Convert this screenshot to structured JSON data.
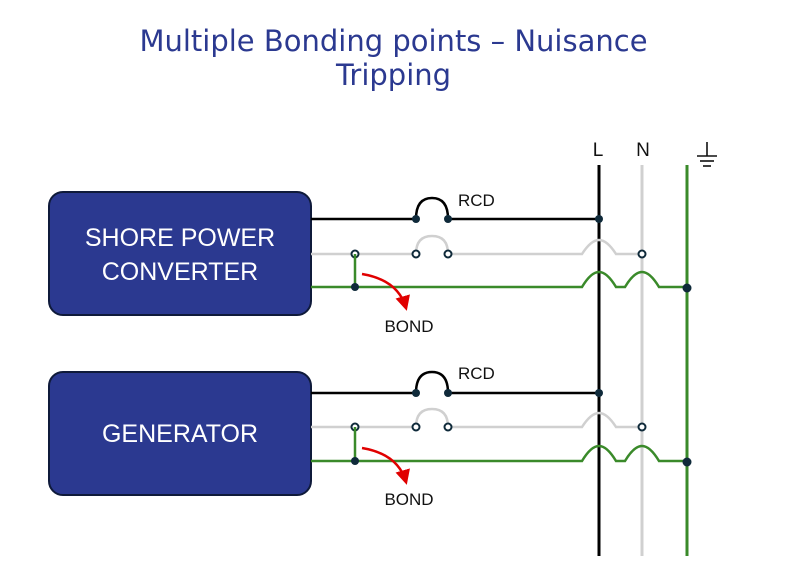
{
  "title": {
    "line1": "Multiple Bonding points – Nuisance",
    "line2": "Tripping"
  },
  "bus_labels": {
    "live": "L",
    "neutral": "N",
    "earth_icon": "ground-icon"
  },
  "sources": [
    {
      "name_line1": "SHORE POWER",
      "name_line2": "CONVERTER",
      "rcd_label": "RCD",
      "bond_label": "BOND"
    },
    {
      "name_line1": "GENERATOR",
      "name_line2": "",
      "rcd_label": "RCD",
      "bond_label": "BOND"
    }
  ],
  "colors": {
    "title": "#2b3990",
    "box_fill": "#2b3990",
    "box_border": "#0f1a3a",
    "live": "#000000",
    "neutral": "#d0d0d0",
    "earth": "#3a8a2a",
    "bond_arrow": "#e00000",
    "node": "#0f2a3a"
  }
}
